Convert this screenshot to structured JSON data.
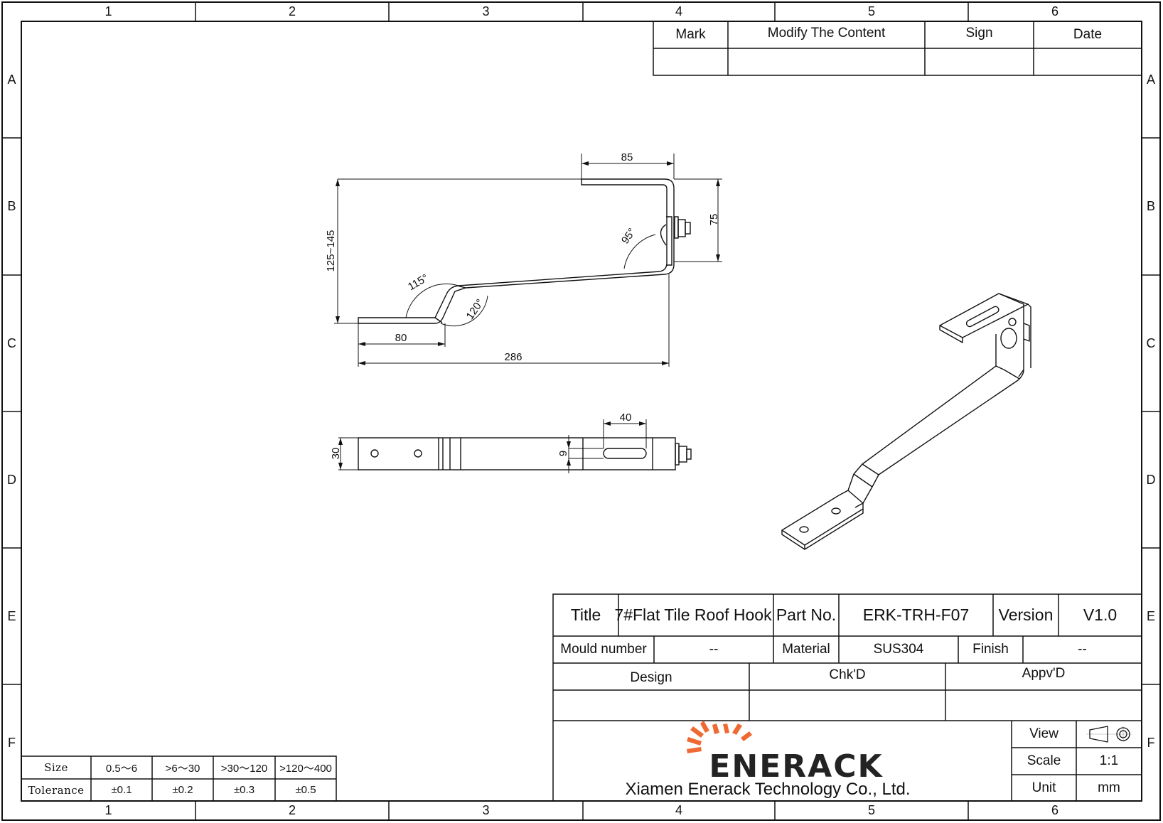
{
  "border": {
    "columns": [
      "1",
      "2",
      "3",
      "4",
      "5",
      "6"
    ],
    "rows": [
      "A",
      "B",
      "C",
      "D",
      "E",
      "F"
    ]
  },
  "revision_table": {
    "headers": [
      "Mark",
      "Modify The Content",
      "Sign",
      "Date"
    ],
    "rows": [
      [
        "",
        "",
        "",
        ""
      ]
    ]
  },
  "side_view": {
    "dimensions": {
      "top_length": "85",
      "hook_height": "75",
      "total_height": "125~145",
      "base_length": "80",
      "total_length": "286"
    },
    "angles": [
      "115°",
      "120°",
      "95°"
    ]
  },
  "plan_view": {
    "dimensions": {
      "width": "30",
      "slot_width": "9",
      "slot_length": "40"
    }
  },
  "title_block": {
    "title_label": "Title",
    "title_value": "7#Flat Tile Roof Hook",
    "part_no_label": "Part No.",
    "part_no_value": "ERK-TRH-F07",
    "version_label": "Version",
    "version_value": "V1.0",
    "mould_label": "Mould number",
    "mould_value": "--",
    "material_label": "Material",
    "material_value": "SUS304",
    "finish_label": "Finish",
    "finish_value": "--",
    "design_label": "Design",
    "chkd_label": "Chk'D",
    "appvd_label": "Appv'D",
    "design_value": "",
    "chkd_value": "",
    "appvd_value": "",
    "view_label": "View",
    "view_value_icon": "first-angle-projection-symbol",
    "scale_label": "Scale",
    "scale_value": "1:1",
    "unit_label": "Unit",
    "unit_value": "mm"
  },
  "logo": {
    "brand": "ENERACK",
    "company": "Xiamen Enerack Technology Co., Ltd.",
    "accent_color": "#ef6a33",
    "text_color": "#232323"
  },
  "tolerance_table": {
    "size_label": "Size",
    "tolerance_label": "Tolerance",
    "sizes": [
      "0.5～6",
      ">6～30",
      ">30～120",
      ">120～400"
    ],
    "tolerances": [
      "±0.1",
      "±0.2",
      "±0.3",
      "±0.5"
    ]
  }
}
